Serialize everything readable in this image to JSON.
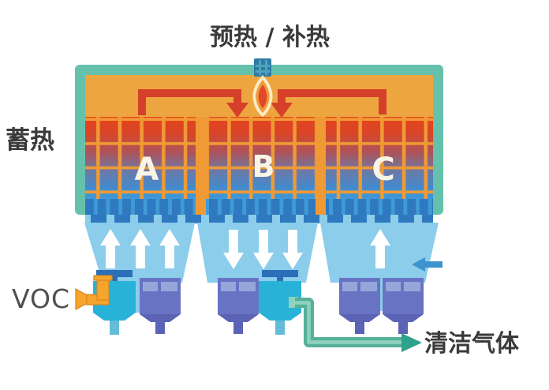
{
  "diagram": {
    "title_type": "RTO regenerative thermal oxidizer schematic",
    "labels": {
      "preheat": "预热 / 补热",
      "heat_storage": "蓄热",
      "voc_inlet": "VOC",
      "clean_gas": "清洁气体"
    },
    "chambers": [
      {
        "id": "A",
        "flow": "up"
      },
      {
        "id": "B",
        "flow": "down"
      },
      {
        "id": "C",
        "flow": "up"
      }
    ],
    "colors": {
      "shell": "#66c1ac",
      "chamber": "#eda53f",
      "grid_line": "#f09a35",
      "grad_0": "#e6431d",
      "grad_1": "#d84527",
      "grad_2": "#a85560",
      "grad_3": "#6d79a5",
      "grad_4": "#4489cc",
      "grad_5": "#3d9ad8",
      "tube_bg": "#3f9bd6",
      "tube_dark": "#2f79c0",
      "hopper": "#8bcdea",
      "flow_arrow": "#ffffff",
      "arrow_red": "#d6402a",
      "burner": "#2e7ba6",
      "burner_line": "#4fa3bd",
      "flame_outer": "#f9ecc4",
      "flame_mid": "#f29b3d",
      "flame_core": "#e2492a",
      "valve_open": "#29b2d8",
      "valve_open_stem": "#63bcd8",
      "valve_dark_bar": "#2a6fb8",
      "valve_closed": "#6973c4",
      "valve_closed_dark": "#5b63b5",
      "valve_window": "#95a6da",
      "voc_pipe": "#f5a42c",
      "voc_pipe_dark": "#d9861f",
      "clean_pipe": "#57b098",
      "clean_pipe_light": "#8fd2bd",
      "clean_pipe_dark": "#2fa28b",
      "purge_arrow": "#3e93cc",
      "label_dark": "#3a3a3a",
      "label_gray": "#4f4f4f",
      "letter": "#f8f4e6"
    }
  }
}
